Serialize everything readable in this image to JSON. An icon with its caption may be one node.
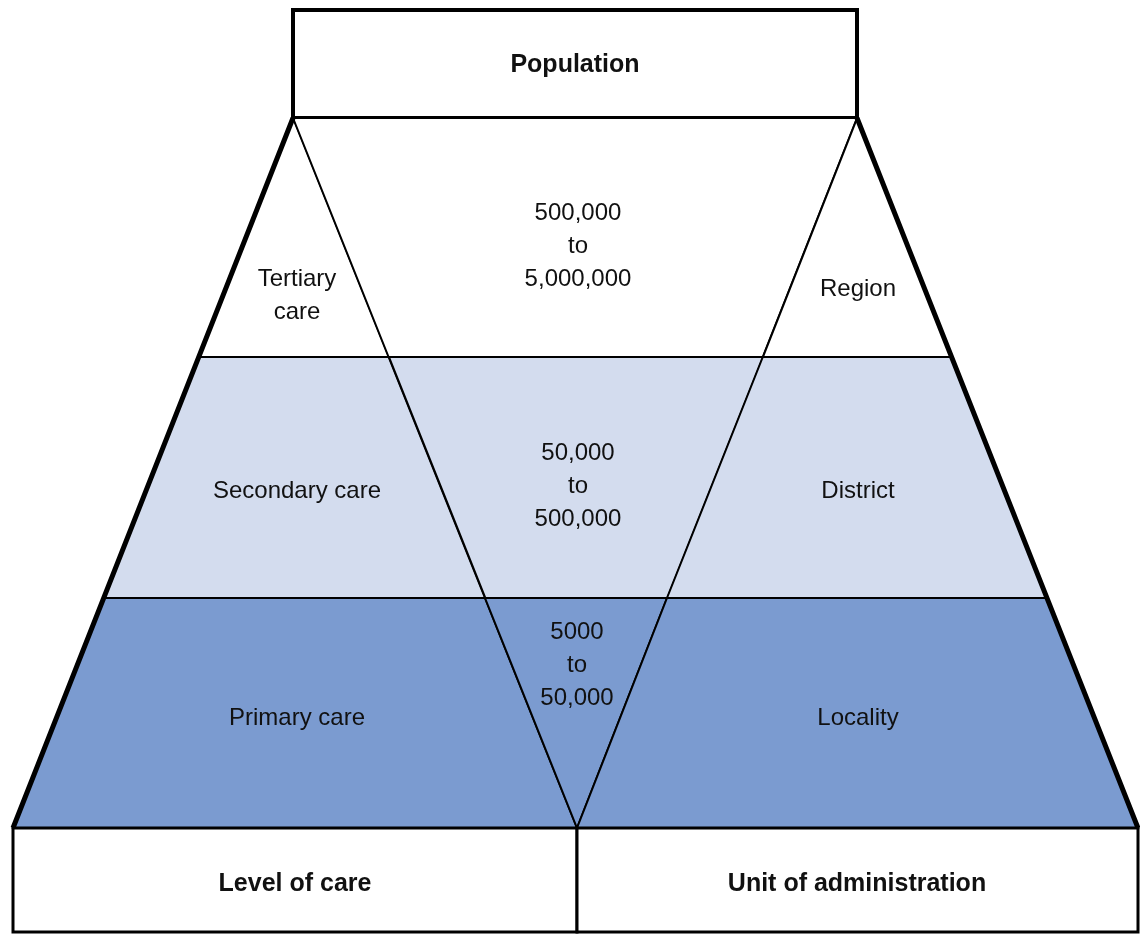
{
  "diagram": {
    "nodes": [
      {
        "text": [
          "Population"
        ]
      },
      {
        "text": [
          "Tertiary care"
        ]
      },
      {
        "text": [
          "500,000 to 5,000,000"
        ]
      },
      {
        "text": [
          "Region"
        ]
      },
      {
        "text": [
          "Secondary care"
        ]
      },
      {
        "text": [
          "50,000 to 500,000"
        ]
      },
      {
        "text": [
          "District"
        ]
      },
      {
        "text": [
          "Primary care"
        ]
      },
      {
        "text": [
          "5000 to 50,000"
        ]
      },
      {
        "text": [
          "Locality"
        ]
      },
      {
        "text": [
          "Level of care"
        ]
      },
      {
        "text": [
          "Unit of administration"
        ]
      }
    ]
  }
}
